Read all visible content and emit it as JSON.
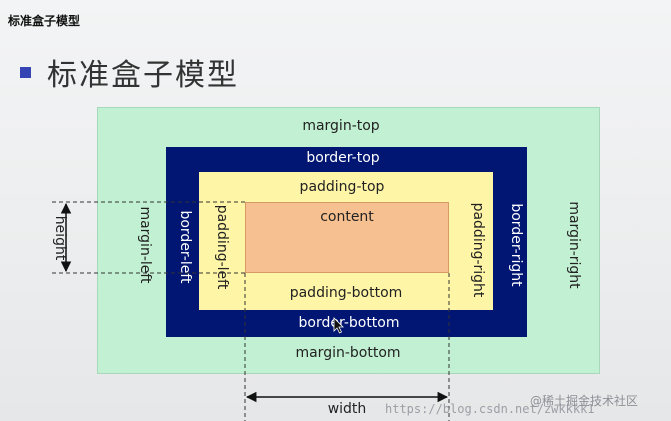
{
  "page_heading": "标准盒子模型",
  "slide_title": "标准盒子模型",
  "diagram": {
    "margin_top": "margin-top",
    "margin_left": "margin-left",
    "margin_right": "margin-right",
    "margin_bottom": "margin-bottom",
    "border_top": "border-top",
    "border_left": "border-left",
    "border_right": "border-right",
    "border_bottom": "border-bottom",
    "padding_top": "padding-top",
    "padding_left": "padding-left",
    "padding_right": "padding-right",
    "padding_bottom": "padding-bottom",
    "content": "content",
    "height": "height",
    "width": "width"
  },
  "colors": {
    "margin": "#c2f0d2",
    "border": "#001672",
    "padding": "#fff5a6",
    "content": "#f7c090",
    "bullet": "#3645b4"
  },
  "watermark": {
    "url": "https://blog.csdn.net/zwkkkk1",
    "brand": "@稀土掘金技术社区"
  }
}
